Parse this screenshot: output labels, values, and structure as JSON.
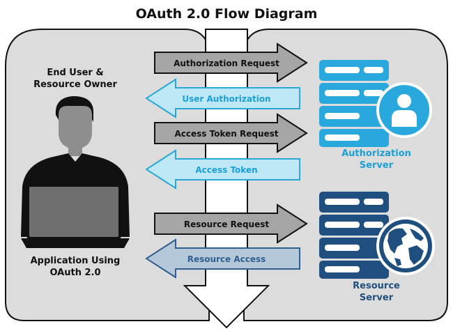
{
  "title": "OAuth 2.0 Flow Diagram",
  "end_user_label": [
    "End User &",
    "Resource Owner"
  ],
  "application_label": [
    "Application Using",
    "OAuth 2.0"
  ],
  "authorization_server_label": [
    "Authorization",
    "Server"
  ],
  "resource_server_label": [
    "Resource",
    "Server"
  ],
  "arrows": {
    "authorization_request": "Authorization Request",
    "user_authorization": "User Authorization",
    "access_token_request": "Access Token Request",
    "access_token": "Access Token",
    "resource_request": "Resource Request",
    "resource_access": "Resource Access"
  },
  "colors": {
    "panel": "#dcdcdc",
    "outline": "#111111",
    "gray_arrow": "#a5a5a5",
    "light_blue_arrow": "#bfe8f7",
    "light_blue_text": "#1aa0d6",
    "steel_arrow": "#b5c8da",
    "steel_text": "#2e5f8f",
    "auth_server": "#29a8de",
    "resource_server": "#1f4f7e",
    "person": "#111111"
  }
}
